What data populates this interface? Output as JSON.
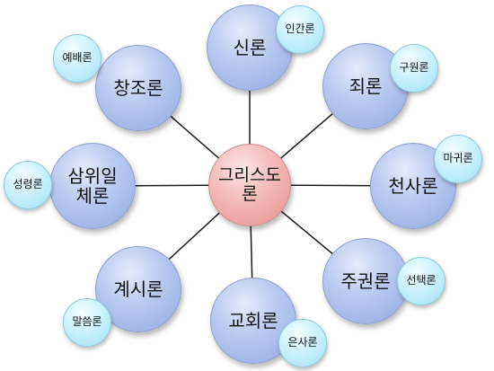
{
  "center": {
    "label": "그리스도\n론"
  },
  "branches": [
    {
      "label": "신론",
      "sub": "인간론"
    },
    {
      "label": "죄론",
      "sub": "구원론"
    },
    {
      "label": "천사론",
      "sub": "마귀론"
    },
    {
      "label": "주권론",
      "sub": "선택론"
    },
    {
      "label": "교회론",
      "sub": "은사론"
    },
    {
      "label": "계시론",
      "sub": "말씀론"
    },
    {
      "label": "삼위일\n체론",
      "sub": "성령론"
    },
    {
      "label": "창조론",
      "sub": "예배론"
    }
  ]
}
